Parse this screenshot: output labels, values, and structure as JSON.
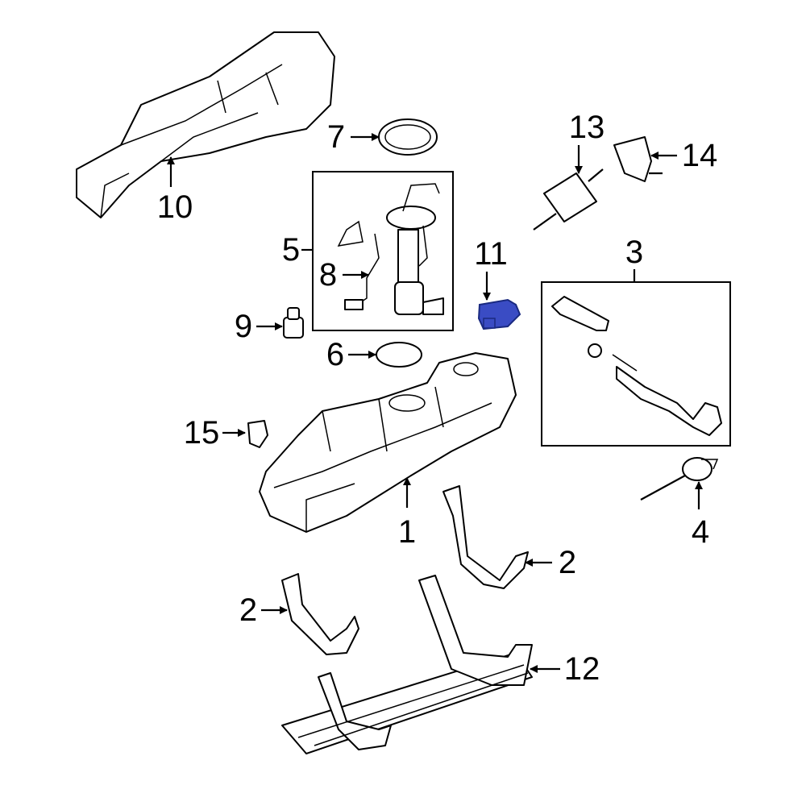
{
  "diagram": {
    "labels": {
      "p1": "1",
      "p2a": "2",
      "p2b": "2",
      "p3": "3",
      "p4": "4",
      "p5": "5",
      "p6": "6",
      "p7": "7",
      "p8": "8",
      "p9": "9",
      "p10": "10",
      "p11": "11",
      "p12": "12",
      "p13": "13",
      "p14": "14",
      "p15": "15"
    },
    "colors": {
      "highlight": "#3a4cc4",
      "line": "#000000"
    }
  }
}
